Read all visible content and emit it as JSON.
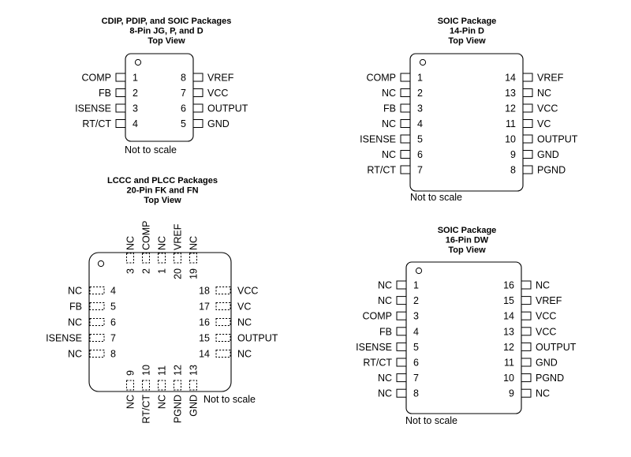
{
  "pkg8": {
    "title": [
      "CDIP, PDIP, and SOIC Packages",
      "8-Pin JG, P, and D",
      "Top View"
    ],
    "left": [
      [
        "COMP",
        "1"
      ],
      [
        "FB",
        "2"
      ],
      [
        "ISENSE",
        "3"
      ],
      [
        "RT/CT",
        "4"
      ]
    ],
    "right": [
      [
        "8",
        "VREF"
      ],
      [
        "7",
        "VCC"
      ],
      [
        "6",
        "OUTPUT"
      ],
      [
        "5",
        "GND"
      ]
    ],
    "note": "Not to scale"
  },
  "pkg14": {
    "title": [
      "SOIC Package",
      "14-Pin D",
      "Top View"
    ],
    "left": [
      [
        "COMP",
        "1"
      ],
      [
        "NC",
        "2"
      ],
      [
        "FB",
        "3"
      ],
      [
        "NC",
        "4"
      ],
      [
        "ISENSE",
        "5"
      ],
      [
        "NC",
        "6"
      ],
      [
        "RT/CT",
        "7"
      ]
    ],
    "right": [
      [
        "14",
        "VREF"
      ],
      [
        "13",
        "NC"
      ],
      [
        "12",
        "VCC"
      ],
      [
        "11",
        "VC"
      ],
      [
        "10",
        "OUTPUT"
      ],
      [
        "9",
        "GND"
      ],
      [
        "8",
        "PGND"
      ]
    ],
    "note": "Not to scale"
  },
  "pkg20": {
    "title": [
      "LCCC and PLCC Packages",
      "20-Pin FK and FN",
      "Top View"
    ],
    "top": [
      [
        "NC",
        "3"
      ],
      [
        "COMP",
        "2"
      ],
      [
        "NC",
        "1"
      ],
      [
        "VREF",
        "20"
      ],
      [
        "NC",
        "19"
      ]
    ],
    "left": [
      [
        "NC",
        "4"
      ],
      [
        "FB",
        "5"
      ],
      [
        "NC",
        "6"
      ],
      [
        "ISENSE",
        "7"
      ],
      [
        "NC",
        "8"
      ]
    ],
    "right": [
      [
        "18",
        "VCC"
      ],
      [
        "17",
        "VC"
      ],
      [
        "16",
        "NC"
      ],
      [
        "15",
        "OUTPUT"
      ],
      [
        "14",
        "NC"
      ]
    ],
    "bottom": [
      [
        "9",
        "NC"
      ],
      [
        "10",
        "RT/CT"
      ],
      [
        "11",
        "NC"
      ],
      [
        "12",
        "PGND"
      ],
      [
        "13",
        "GND"
      ]
    ],
    "note": "Not to scale"
  },
  "pkg16": {
    "title": [
      "SOIC Package",
      "16-Pin DW",
      "Top View"
    ],
    "left": [
      [
        "NC",
        "1"
      ],
      [
        "NC",
        "2"
      ],
      [
        "COMP",
        "3"
      ],
      [
        "FB",
        "4"
      ],
      [
        "ISENSE",
        "5"
      ],
      [
        "RT/CT",
        "6"
      ],
      [
        "NC",
        "7"
      ],
      [
        "NC",
        "8"
      ]
    ],
    "right": [
      [
        "16",
        "NC"
      ],
      [
        "15",
        "VREF"
      ],
      [
        "14",
        "VCC"
      ],
      [
        "13",
        "VCC"
      ],
      [
        "12",
        "OUTPUT"
      ],
      [
        "11",
        "GND"
      ],
      [
        "10",
        "PGND"
      ],
      [
        "9",
        "NC"
      ]
    ],
    "note": "Not to scale"
  }
}
